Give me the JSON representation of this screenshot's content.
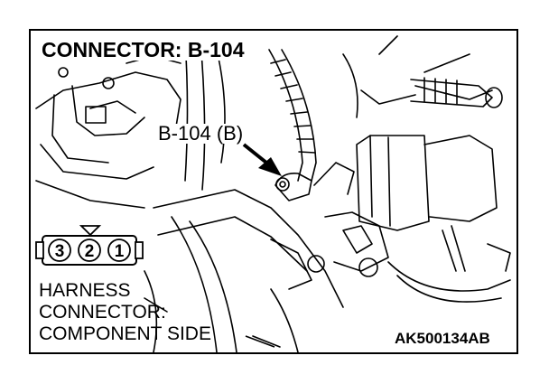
{
  "title": "CONNECTOR: B-104",
  "callout": "B-104 (B)",
  "connector": {
    "pins": [
      "3",
      "2",
      "1"
    ],
    "caption_lines": [
      "HARNESS",
      "CONNECTOR:",
      "COMPONENT SIDE"
    ]
  },
  "figure_code": "AK500134AB",
  "colors": {
    "ink": "#000000",
    "paper": "#ffffff"
  }
}
